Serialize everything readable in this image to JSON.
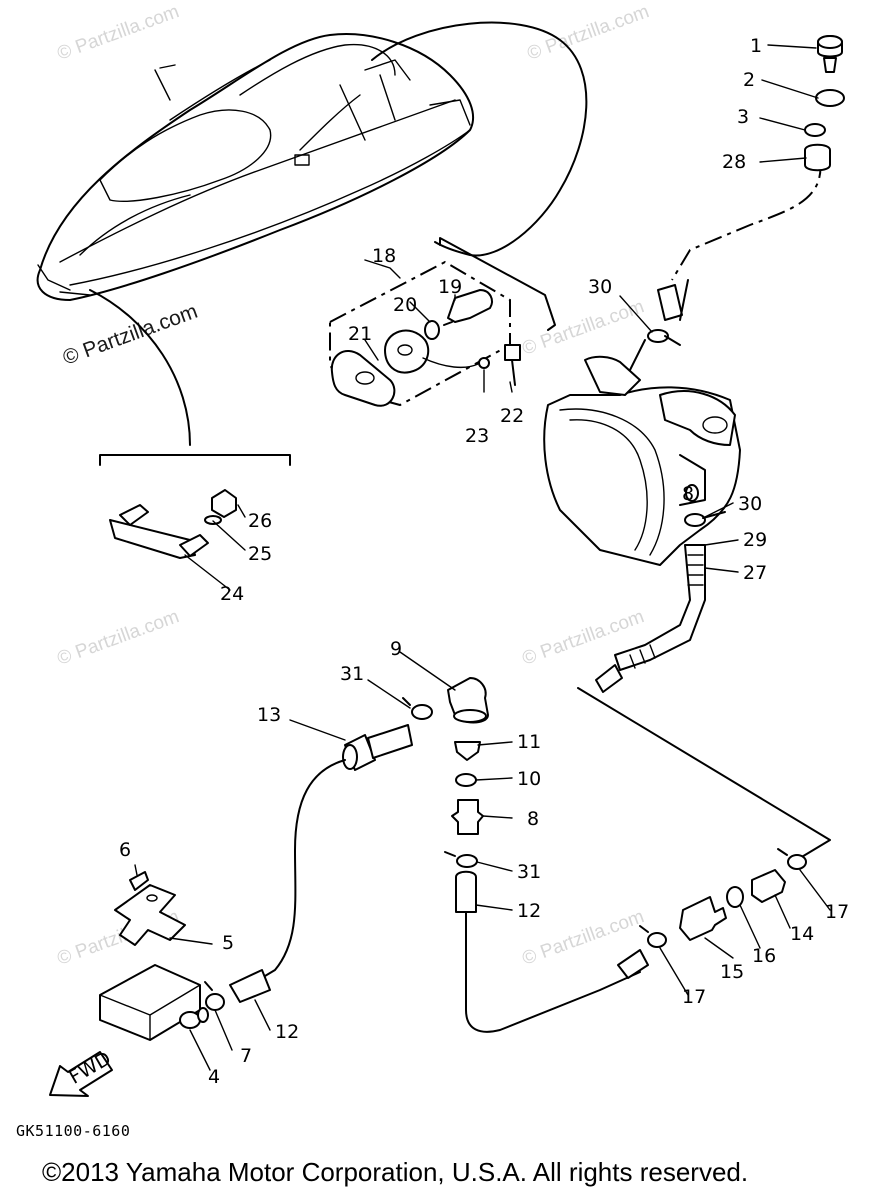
{
  "watermark_text": "© Partzilla.com",
  "diagram_code": "GK51100-6160",
  "copyright": "©2013  Yamaha Motor Corporation, U.S.A. All rights reserved.",
  "fwd_label": "FWD",
  "callouts": {
    "c1": "1",
    "c2": "2",
    "c3": "3",
    "c4": "4",
    "c5": "5",
    "c6": "6",
    "c7": "7",
    "c8a": "8",
    "c8b": "8",
    "c9": "9",
    "c10": "10",
    "c11": "11",
    "c12a": "12",
    "c12b": "12",
    "c13": "13",
    "c14": "14",
    "c15": "15",
    "c16": "16",
    "c17a": "17",
    "c17b": "17",
    "c18": "18",
    "c19": "19",
    "c20": "20",
    "c21": "21",
    "c22": "22",
    "c23": "23",
    "c24": "24",
    "c25": "25",
    "c26": "26",
    "c27": "27",
    "c28": "28",
    "c29": "29",
    "c30a": "30",
    "c30b": "30",
    "c31a": "31",
    "c31b": "31"
  }
}
